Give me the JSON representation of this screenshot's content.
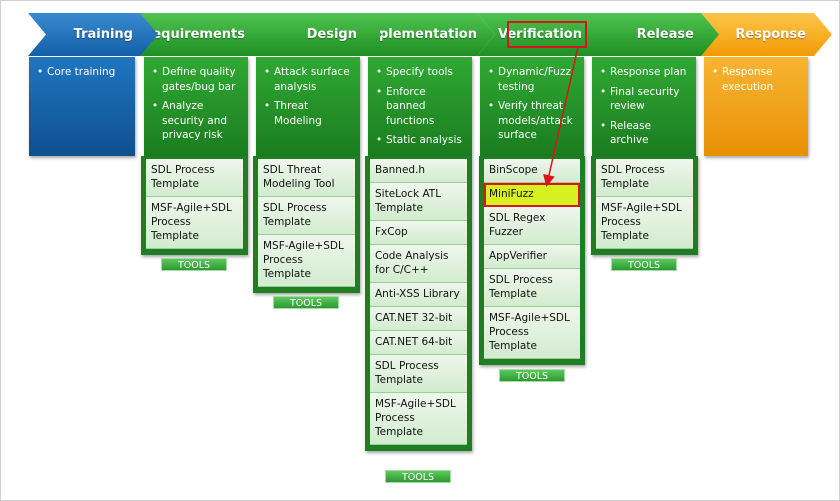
{
  "colors": {
    "blue": "#1260a8",
    "green": "#1f8f23",
    "orange": "#f29a05",
    "highlight": "#d7f020",
    "red": "#d9141d"
  },
  "phases": [
    {
      "title": "Training",
      "bullets": [
        "Core training"
      ],
      "tools": []
    },
    {
      "title": "Requirements",
      "bullets": [
        "Define quality gates/bug bar",
        "Analyze security and privacy risk"
      ],
      "tools": [
        "SDL Process Template",
        "MSF-Agile+SDL Process Template"
      ]
    },
    {
      "title": "Design",
      "bullets": [
        "Attack surface analysis",
        "Threat Modeling"
      ],
      "tools": [
        "SDL Threat Modeling Tool",
        "SDL Process Template",
        "MSF-Agile+SDL Process Template"
      ]
    },
    {
      "title": "Implementation",
      "bullets": [
        "Specify tools",
        "Enforce banned functions",
        "Static analysis"
      ],
      "tools": [
        "Banned.h",
        "SiteLock ATL Template",
        "FxCop",
        "Code Analysis for C/C++",
        "Anti-XSS Library",
        "CAT.NET 32-bit",
        "CAT.NET 64-bit",
        "SDL Process Template",
        "MSF-Agile+SDL Process Template"
      ]
    },
    {
      "title": "Verification",
      "bullets": [
        "Dynamic/Fuzz testing",
        "Verify threat models/attack surface"
      ],
      "tools": [
        "BinScope",
        "MiniFuzz",
        "SDL Regex Fuzzer",
        "AppVerifier",
        "SDL Process Template",
        "MSF-Agile+SDL Process Template"
      ]
    },
    {
      "title": "Release",
      "bullets": [
        "Response plan",
        "Final security review",
        "Release archive"
      ],
      "tools": [
        "SDL Process Template",
        "MSF-Agile+SDL Process Template"
      ]
    },
    {
      "title": "Response",
      "bullets": [
        "Response execution"
      ],
      "tools": []
    }
  ],
  "tools_label": "TOOLS"
}
